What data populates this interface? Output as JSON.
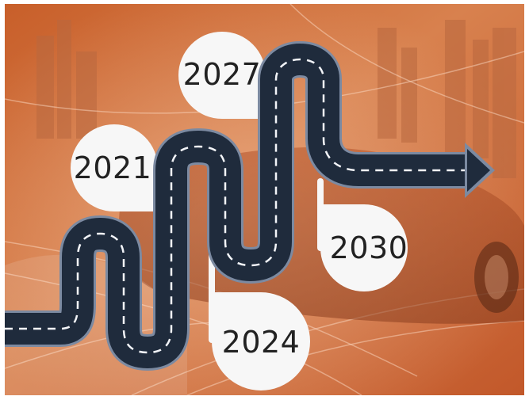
{
  "colors": {
    "background_orange": "#c9642f",
    "road_dark": "#1f2b3c",
    "road_edge": "#7c8aa1",
    "lane_dash": "#f2f4f8",
    "bubble": "#f7f7f7"
  },
  "milestones": [
    {
      "label": "2021"
    },
    {
      "label": "2024"
    },
    {
      "label": "2027"
    },
    {
      "label": "2030"
    }
  ],
  "icons": [
    "road-roadmap",
    "arrow-right-icon",
    "car-silhouette"
  ]
}
